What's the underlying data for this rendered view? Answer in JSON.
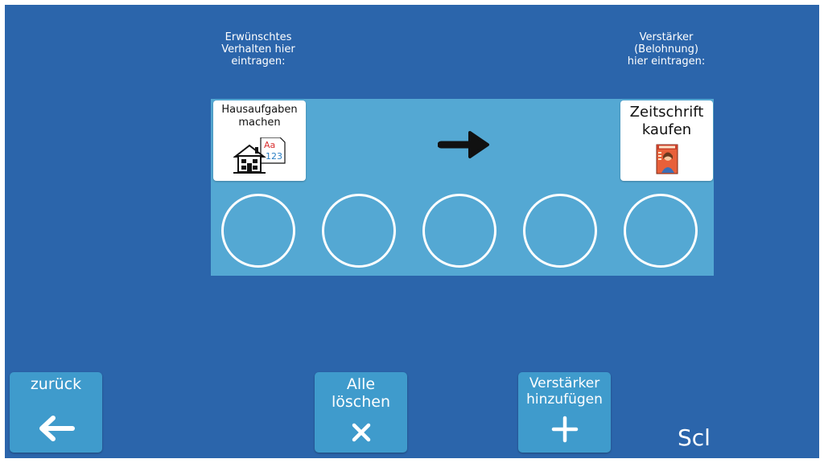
{
  "headings": {
    "behavior": "Erwünschtes\nVerhalten hier\neintragen:",
    "reward": "Verstärker\n(Belohnung)\nhier eintragen:"
  },
  "cards": {
    "behavior": {
      "label": "Hausaufgaben\nmachen",
      "icon": "house-homework-icon"
    },
    "reward": {
      "label": "Zeitschrift\nkaufen",
      "icon": "magazine-icon"
    }
  },
  "tokens": {
    "count": 5,
    "filled": 0
  },
  "buttons": {
    "back": {
      "label": "zurück",
      "icon": "arrow-left-icon"
    },
    "clear": {
      "label": "Alle\nlöschen",
      "icon": "x-icon"
    },
    "add": {
      "label": "Verstärker\nhinzufügen",
      "icon": "plus-icon"
    }
  },
  "corner_text": "Scl",
  "colors": {
    "background": "#2b65ab",
    "board": "#54a8d3",
    "button": "#3f9bcc"
  }
}
